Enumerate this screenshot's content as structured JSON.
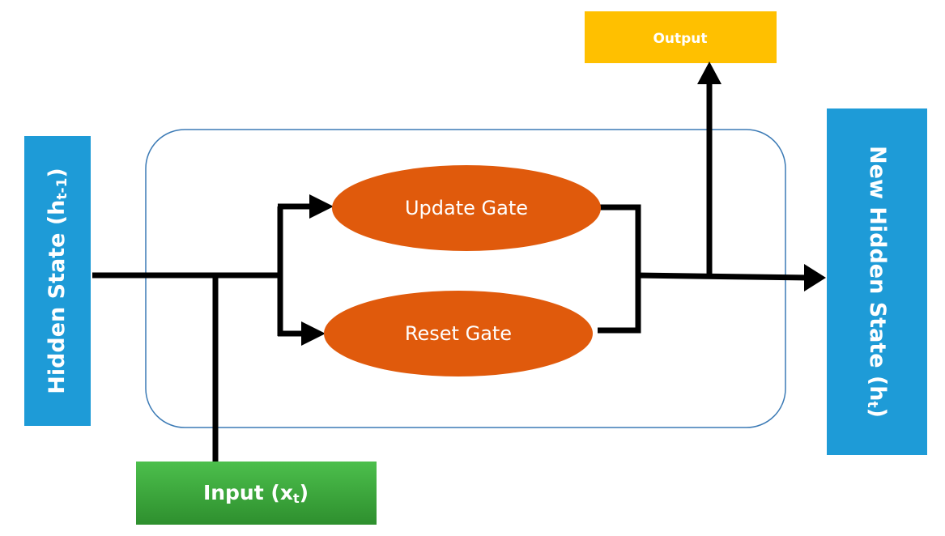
{
  "hidden_state": {
    "label": "Hidden State",
    "symbol": "h",
    "subscript": "t-1"
  },
  "new_hidden_state": {
    "label": "New Hidden State",
    "symbol": "h",
    "subscript": "t"
  },
  "input": {
    "label": "Input",
    "symbol": "x",
    "subscript": "t"
  },
  "output": {
    "label": "Output"
  },
  "gates": {
    "update": "Update Gate",
    "reset": "Reset Gate"
  },
  "colors": {
    "state_box": "#1e9bd7",
    "input_box": "#3aa63a",
    "output_box": "#ffc000",
    "gate": "#e05a0c",
    "cell_border": "#3b7ab5",
    "arrow": "#000000"
  }
}
